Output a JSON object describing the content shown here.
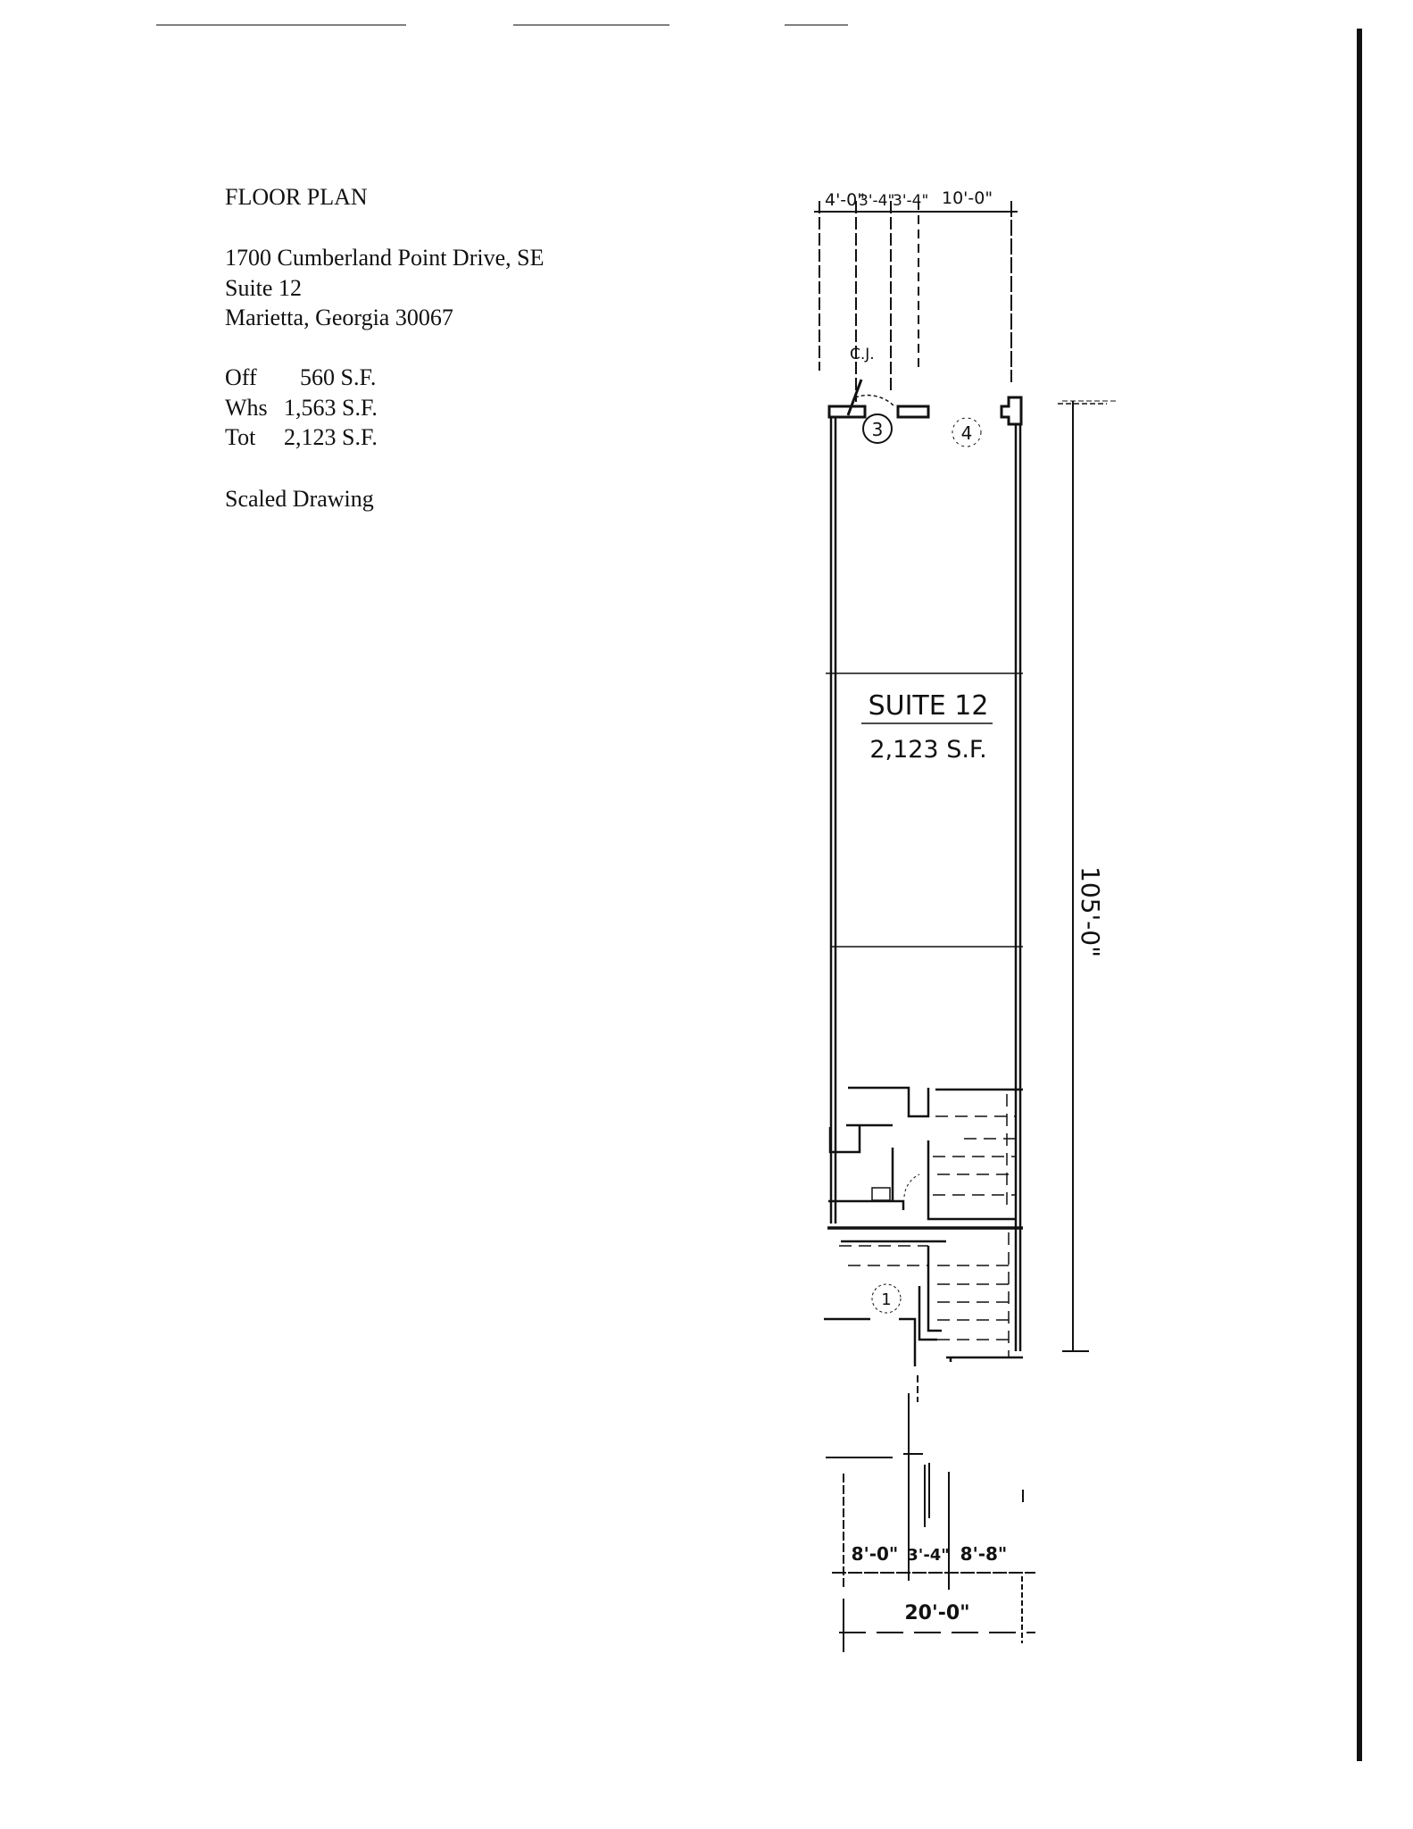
{
  "header": {
    "title": "FLOOR PLAN",
    "address_line1": "1700 Cumberland Point Drive, SE",
    "address_line2": "Suite 12",
    "address_line3": "Marietta, Georgia 30067"
  },
  "areas": [
    {
      "label": "Off",
      "value": "560 S.F."
    },
    {
      "label": "Whs",
      "value": "1,563 S.F."
    },
    {
      "label": "Tot",
      "value": "2,123 S.F."
    }
  ],
  "note": "Scaled Drawing",
  "plan": {
    "suite_label": "SUITE 12",
    "suite_area": "2,123 S.F.",
    "door_note": "C.J.",
    "markers": [
      "3",
      "4",
      "1"
    ],
    "top_dims": [
      "4'-0\"",
      "3'-4\"",
      "3'-4\"",
      "10'-0\""
    ],
    "side_dim": "105'-0\"",
    "bottom_dims": [
      "8'-0\"",
      "3'-4\"",
      "8'-8\""
    ],
    "overall_width": "20'-0\""
  }
}
